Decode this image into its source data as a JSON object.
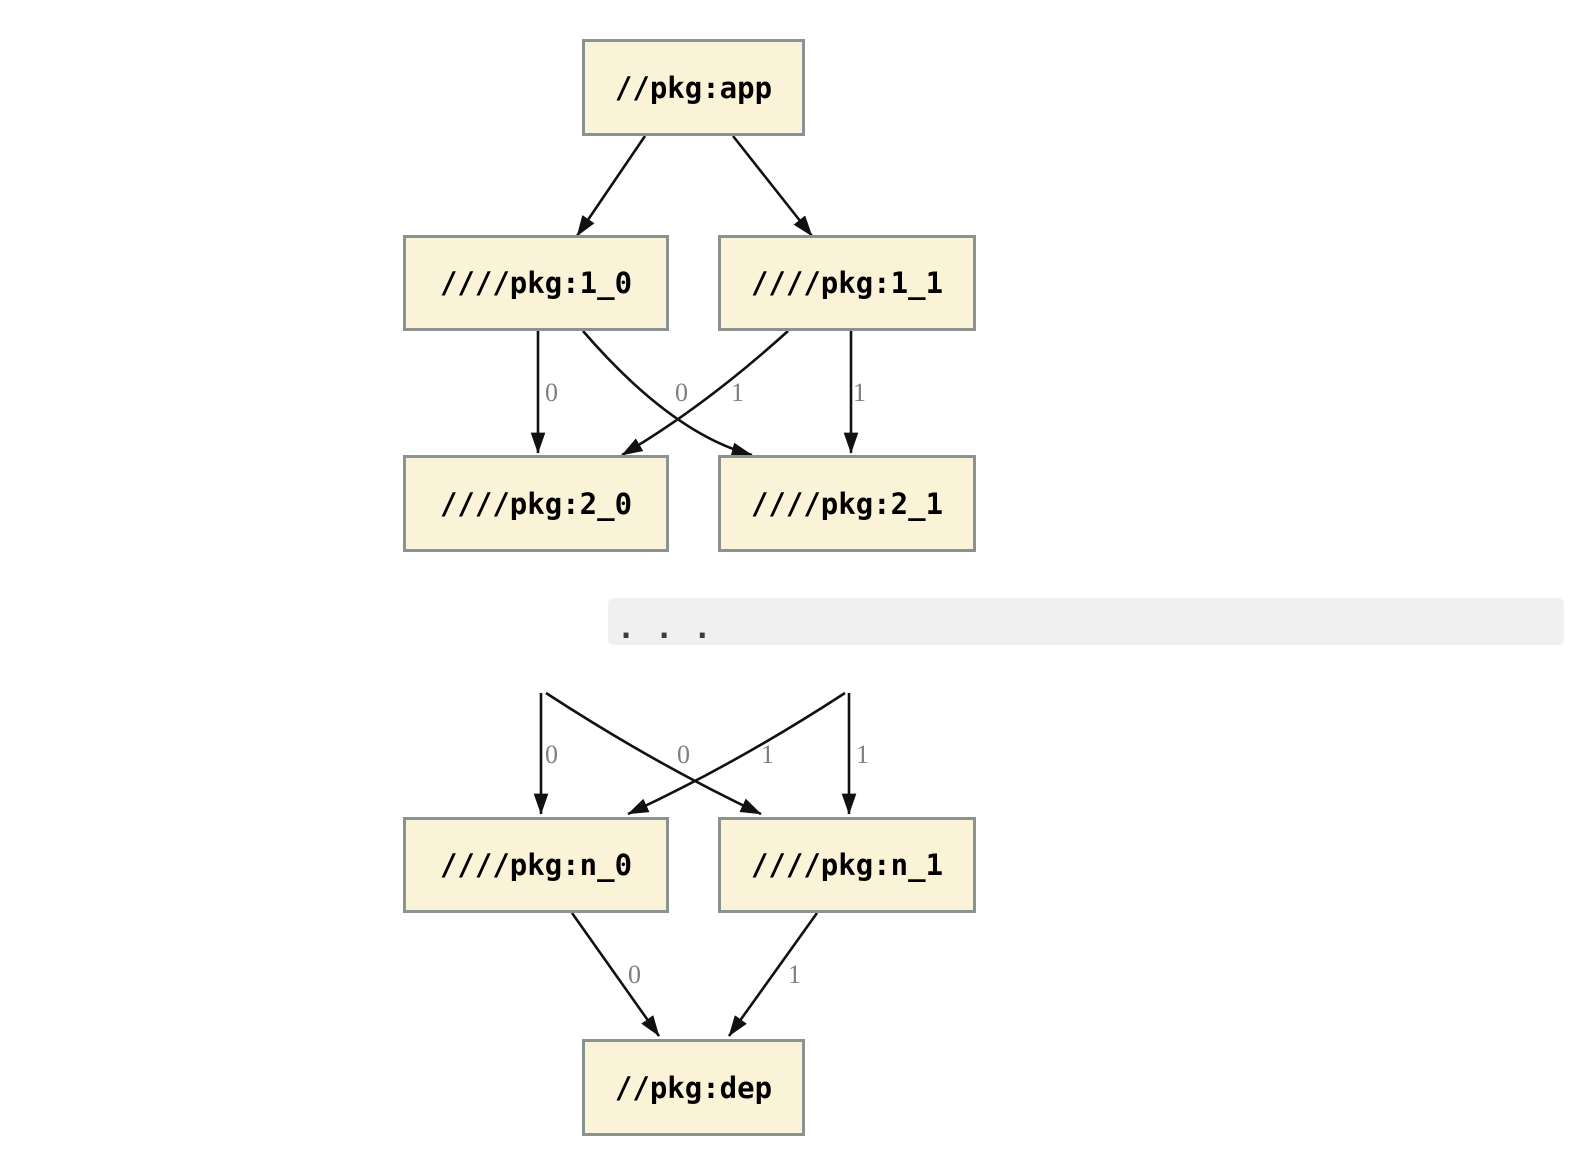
{
  "diagram": {
    "type": "dependency-graph",
    "nodes": {
      "app": {
        "label": "//pkg:app"
      },
      "l1_0": {
        "label": "////pkg:1_0"
      },
      "l1_1": {
        "label": "////pkg:1_1"
      },
      "l2_0": {
        "label": "////pkg:2_0"
      },
      "l2_1": {
        "label": "////pkg:2_1"
      },
      "ln_0": {
        "label": "////pkg:n_0"
      },
      "ln_1": {
        "label": "////pkg:n_1"
      },
      "dep": {
        "label": "//pkg:dep"
      }
    },
    "elision": {
      "text": ". . ."
    },
    "edges": [
      {
        "from": "//pkg:app",
        "to": "////pkg:1_0",
        "label": ""
      },
      {
        "from": "//pkg:app",
        "to": "////pkg:1_1",
        "label": ""
      },
      {
        "from": "////pkg:1_0",
        "to": "////pkg:2_0",
        "label": "0"
      },
      {
        "from": "////pkg:1_1",
        "to": "////pkg:2_0",
        "label": "0"
      },
      {
        "from": "////pkg:1_0",
        "to": "////pkg:2_1",
        "label": "1"
      },
      {
        "from": "////pkg:1_1",
        "to": "////pkg:2_1",
        "label": "1"
      },
      {
        "from": "…",
        "to": "////pkg:n_0",
        "label": "0"
      },
      {
        "from": "…",
        "to": "////pkg:n_0",
        "label": "0"
      },
      {
        "from": "…",
        "to": "////pkg:n_1",
        "label": "1"
      },
      {
        "from": "…",
        "to": "////pkg:n_1",
        "label": "1"
      },
      {
        "from": "////pkg:n_0",
        "to": "//pkg:dep",
        "label": "0"
      },
      {
        "from": "////pkg:n_1",
        "to": "//pkg:dep",
        "label": "1"
      }
    ],
    "colors": {
      "node_fill": "#faf3d8",
      "node_border": "#8b9292",
      "edge": "#111111",
      "edge_label": "#7f7f7f",
      "band_bg": "#f0f0f0",
      "dots": "#3c3c3c",
      "bg": "#ffffff"
    }
  }
}
